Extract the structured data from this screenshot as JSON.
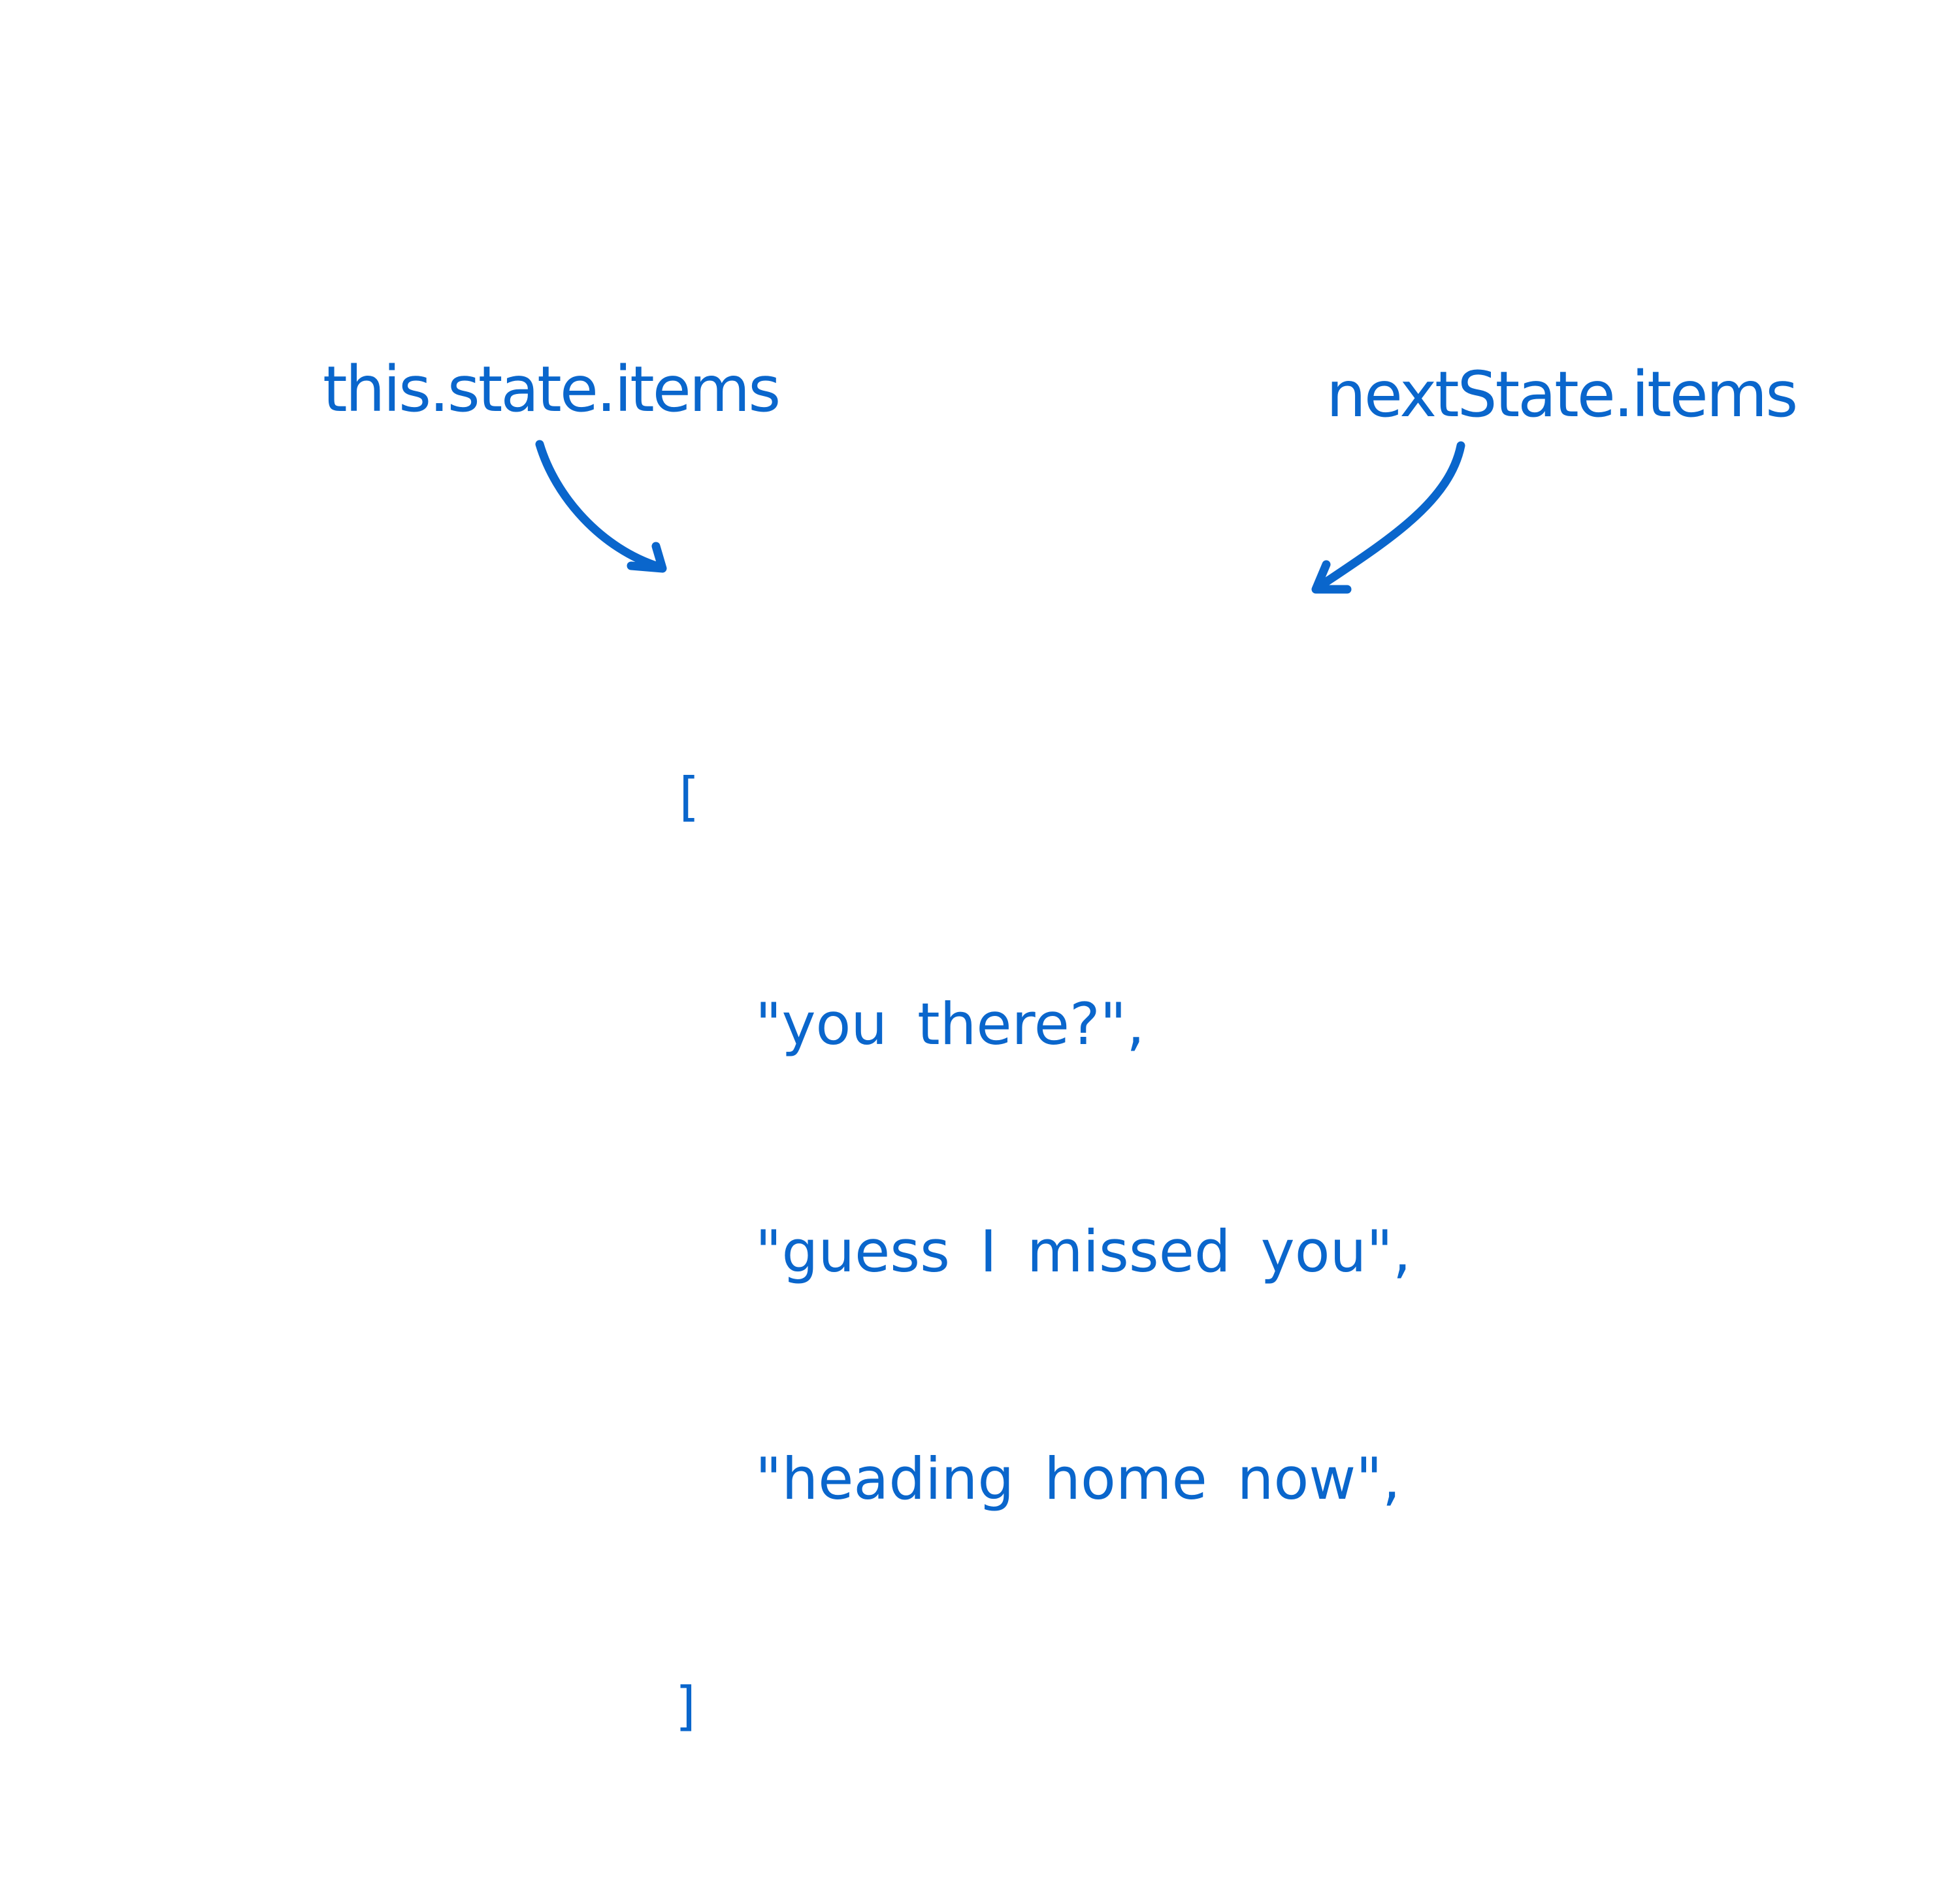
{
  "colors": {
    "ink": "#0a66cc",
    "background": "#ffffff"
  },
  "labels": {
    "left": "this.state.items",
    "right": "nextState.items"
  },
  "arrows": [
    {
      "from": "labels.left",
      "to": "array-literal",
      "icon": "curved-arrow-icon"
    },
    {
      "from": "labels.right",
      "to": "array-literal",
      "icon": "curved-arrow-icon"
    }
  ],
  "array": {
    "open_bracket": "[",
    "close_bracket": "]",
    "items": [
      "\"you there?\",",
      "\"guess I missed you\",",
      "\"heading home now\","
    ]
  }
}
